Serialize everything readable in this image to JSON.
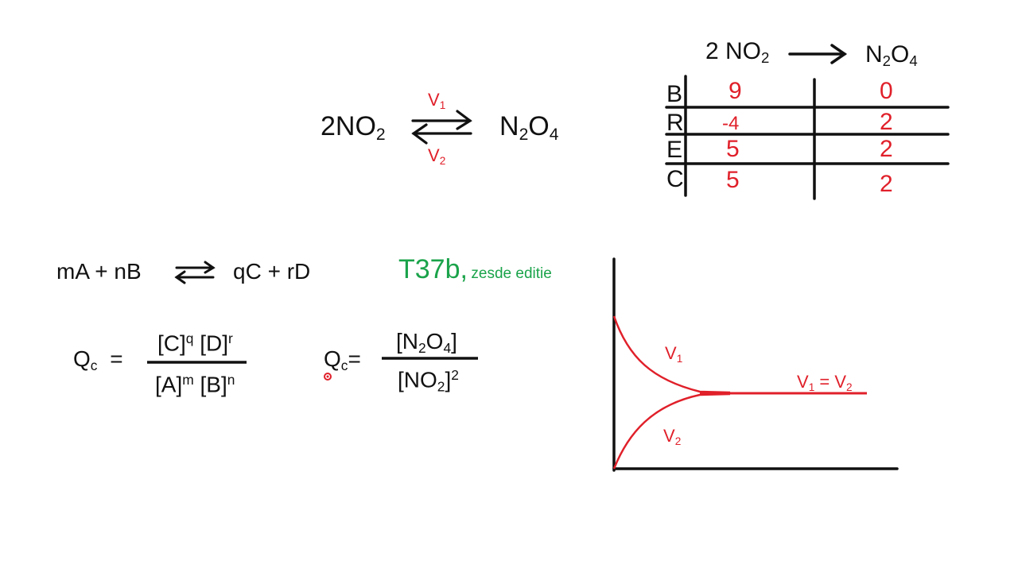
{
  "reaction": {
    "reactant": {
      "coef": "2",
      "formula": "NO",
      "sub": "2"
    },
    "product": {
      "a": "N",
      "a_sub": "2",
      "b": "O",
      "b_sub": "4"
    },
    "rate_forward": {
      "label": "V",
      "sub": "1"
    },
    "rate_backward": {
      "label": "V",
      "sub": "2"
    }
  },
  "bree_table": {
    "header_left": {
      "text": "2 NO",
      "sub": "2"
    },
    "header_right": {
      "a": "N",
      "a_sub": "2",
      "b": "O",
      "b_sub": "4"
    },
    "rows": [
      {
        "label": "B",
        "no2": "9",
        "n2o4": "0"
      },
      {
        "label": "R",
        "no2": "-4",
        "n2o4": "2"
      },
      {
        "label": "E",
        "no2": "5",
        "n2o4": "2"
      },
      {
        "label": "C",
        "no2": "5",
        "n2o4": "2"
      }
    ]
  },
  "general_equation": {
    "left": "mA + nB",
    "right": "qC + rD"
  },
  "tag": {
    "code": "T37b,",
    "note": "zesde editie"
  },
  "qc_general": {
    "lhs": {
      "q": "Q",
      "sub": "c",
      "eq": "="
    },
    "numerator": {
      "c": "[C]",
      "c_exp": "q",
      "d": "[D]",
      "d_exp": "r"
    },
    "denominator": {
      "a": "[A]",
      "a_exp": "m",
      "b": "[B]",
      "b_exp": "n"
    }
  },
  "qc_specific": {
    "lhs": {
      "q": "Q",
      "sub": "c",
      "eq": "="
    },
    "numerator": {
      "open": "[N",
      "sub1": "2",
      "mid": "O",
      "sub2": "4",
      "close": "]"
    },
    "denominator": {
      "open": "[NO",
      "sub1": "2",
      "close": "]",
      "exp": "2"
    }
  },
  "graph": {
    "curve_v1": {
      "label": "V",
      "sub": "1"
    },
    "curve_v2": {
      "label": "V",
      "sub": "2"
    },
    "equilibrium": {
      "a": "V",
      "a_sub": "1",
      "eq": " = ",
      "b": "V",
      "b_sub": "2"
    }
  },
  "colors": {
    "ink": "#111111",
    "red": "#e0202a",
    "green": "#1aa34a"
  }
}
